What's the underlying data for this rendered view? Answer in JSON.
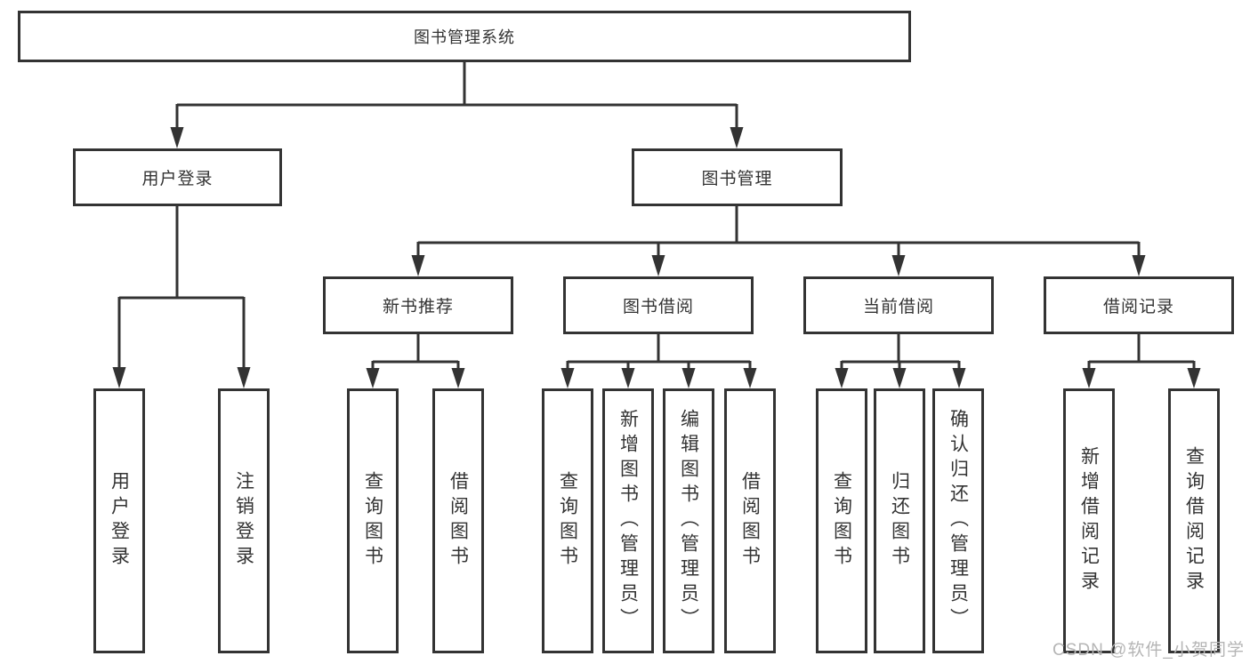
{
  "diagram": {
    "type": "tree-functional-structure",
    "root": {
      "label": "图书管理系统"
    },
    "branches": [
      {
        "label": "用户登录",
        "children": [
          {
            "label": "用户登录"
          },
          {
            "label": "注销登录"
          }
        ]
      },
      {
        "label": "图书管理",
        "children": [
          {
            "label": "新书推荐",
            "children": [
              {
                "label": "查询图书"
              },
              {
                "label": "借阅图书"
              }
            ]
          },
          {
            "label": "图书借阅",
            "children": [
              {
                "label": "查询图书"
              },
              {
                "label": "新增图书（管理员）"
              },
              {
                "label": "编辑图书（管理员）"
              },
              {
                "label": "借阅图书"
              }
            ]
          },
          {
            "label": "当前借阅",
            "children": [
              {
                "label": "查询图书"
              },
              {
                "label": "归还图书"
              },
              {
                "label": "确认归还（管理员）"
              }
            ]
          },
          {
            "label": "借阅记录",
            "children": [
              {
                "label": "新增借阅记录"
              },
              {
                "label": "查询借阅记录"
              }
            ]
          }
        ]
      }
    ]
  },
  "watermark": {
    "text": "CSDN @软件_小贺同学"
  },
  "colors": {
    "line": "#333333",
    "box_border": "#333333",
    "text": "#333333",
    "background": "#ffffff",
    "watermark": "#b5b5b5"
  }
}
